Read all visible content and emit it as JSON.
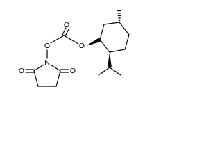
{
  "atoms": {
    "o_carbonyl": "O",
    "o_ester": "O",
    "o_noxy": "O",
    "n_imide": "N",
    "o_imide_left": "O",
    "o_imide_right": "O"
  },
  "stereo": {
    "bond_o_ester_to_c1": "wedge",
    "bond_c4_to_methyl": "hash",
    "bond_c2_to_isopropyl": "wedge"
  },
  "colors": {
    "bond": "#000000",
    "label": "#000000",
    "background": "#ffffff"
  }
}
